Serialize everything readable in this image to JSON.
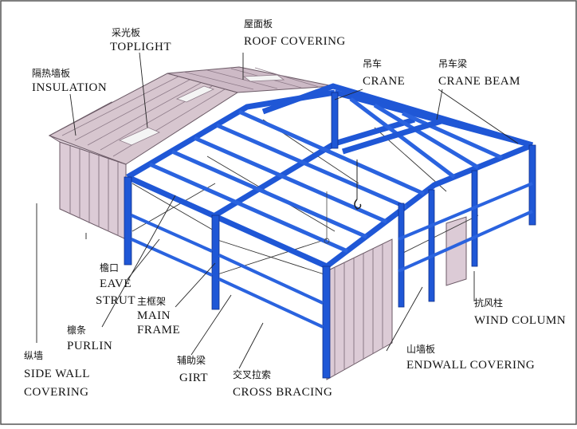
{
  "labels": {
    "toplight": {
      "zh": "采光板",
      "en": "TOPLIGHT"
    },
    "roof": {
      "zh": "屋面板",
      "en": "ROOF COVERING"
    },
    "insulation": {
      "zh": "隔热墙板",
      "en": "INSULATION"
    },
    "crane": {
      "zh": "吊车",
      "en": "CRANE"
    },
    "crane_beam": {
      "zh": "吊车梁",
      "en": "CRANE BEAM"
    },
    "eave": {
      "zh": "檐口",
      "en1": "EAVE",
      "en2": "STRUT"
    },
    "main_frame": {
      "zh": "主框架",
      "en1": "MAIN",
      "en2": "FRAME"
    },
    "purlin": {
      "zh": "檩条",
      "en": "PURLIN"
    },
    "wind": {
      "zh": "抗风柱",
      "en": "WIND COLUMN"
    },
    "side_wall": {
      "zh": "纵墙",
      "en1": "SIDE WALL",
      "en2": "COVERING"
    },
    "girt": {
      "zh": "辅助梁",
      "en": "GIRT"
    },
    "cross": {
      "zh": "交叉拉索",
      "en": "CROSS BRACING"
    },
    "endwall": {
      "zh": "山墙板",
      "en": "ENDWALL COVERING"
    }
  },
  "colors": {
    "steel": "#1f57d6",
    "panel": "#dccbd6",
    "roof_panel": "#d7c6cf",
    "skylight": "#f4f4f4"
  }
}
